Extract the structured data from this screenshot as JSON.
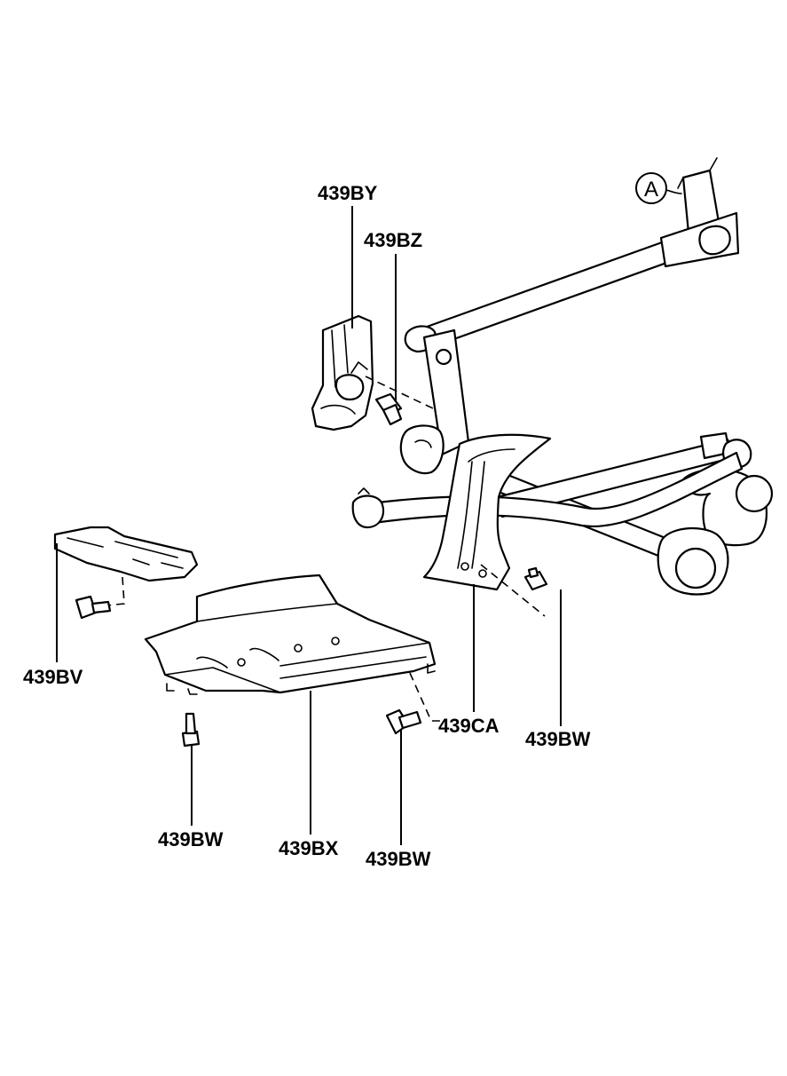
{
  "view_marker": "A",
  "callouts": [
    {
      "id": "by",
      "label": "439BY"
    },
    {
      "id": "bz",
      "label": "439BZ"
    },
    {
      "id": "bv",
      "label": "439BV"
    },
    {
      "id": "ca",
      "label": "439CA"
    },
    {
      "id": "bw_right",
      "label": "439BW"
    },
    {
      "id": "bw_left",
      "label": "439BW"
    },
    {
      "id": "bx",
      "label": "439BX"
    },
    {
      "id": "bw_center",
      "label": "439BW"
    }
  ]
}
